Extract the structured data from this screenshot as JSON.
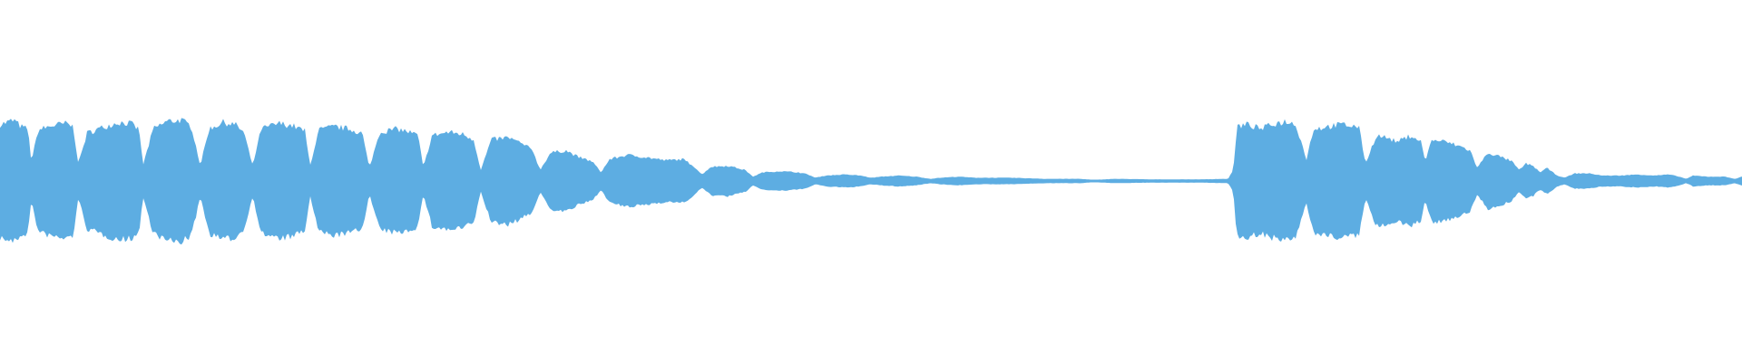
{
  "waveform": {
    "color": "#5dade2",
    "background": "#ffffff",
    "envelope": [
      [
        0.0,
        0.52
      ],
      [
        0.008,
        0.56
      ],
      [
        0.012,
        0.5
      ],
      [
        0.016,
        0.48
      ],
      [
        0.018,
        0.18
      ],
      [
        0.022,
        0.47
      ],
      [
        0.03,
        0.51
      ],
      [
        0.038,
        0.53
      ],
      [
        0.042,
        0.5
      ],
      [
        0.045,
        0.16
      ],
      [
        0.05,
        0.44
      ],
      [
        0.06,
        0.5
      ],
      [
        0.068,
        0.54
      ],
      [
        0.075,
        0.53
      ],
      [
        0.08,
        0.47
      ],
      [
        0.082,
        0.14
      ],
      [
        0.088,
        0.48
      ],
      [
        0.096,
        0.55
      ],
      [
        0.104,
        0.56
      ],
      [
        0.11,
        0.5
      ],
      [
        0.115,
        0.14
      ],
      [
        0.12,
        0.48
      ],
      [
        0.128,
        0.54
      ],
      [
        0.135,
        0.52
      ],
      [
        0.14,
        0.45
      ],
      [
        0.145,
        0.14
      ],
      [
        0.15,
        0.48
      ],
      [
        0.16,
        0.53
      ],
      [
        0.168,
        0.51
      ],
      [
        0.175,
        0.46
      ],
      [
        0.178,
        0.14
      ],
      [
        0.183,
        0.47
      ],
      [
        0.192,
        0.5
      ],
      [
        0.2,
        0.48
      ],
      [
        0.208,
        0.44
      ],
      [
        0.212,
        0.12
      ],
      [
        0.218,
        0.45
      ],
      [
        0.228,
        0.48
      ],
      [
        0.235,
        0.45
      ],
      [
        0.24,
        0.42
      ],
      [
        0.243,
        0.12
      ],
      [
        0.248,
        0.42
      ],
      [
        0.258,
        0.45
      ],
      [
        0.266,
        0.43
      ],
      [
        0.272,
        0.38
      ],
      [
        0.276,
        0.1
      ],
      [
        0.282,
        0.38
      ],
      [
        0.292,
        0.4
      ],
      [
        0.3,
        0.34
      ],
      [
        0.306,
        0.28
      ],
      [
        0.31,
        0.1
      ],
      [
        0.316,
        0.26
      ],
      [
        0.325,
        0.28
      ],
      [
        0.332,
        0.22
      ],
      [
        0.34,
        0.18
      ],
      [
        0.345,
        0.08
      ],
      [
        0.35,
        0.2
      ],
      [
        0.36,
        0.24
      ],
      [
        0.37,
        0.22
      ],
      [
        0.382,
        0.19
      ],
      [
        0.392,
        0.2
      ],
      [
        0.398,
        0.14
      ],
      [
        0.403,
        0.06
      ],
      [
        0.408,
        0.13
      ],
      [
        0.418,
        0.14
      ],
      [
        0.428,
        0.1
      ],
      [
        0.432,
        0.04
      ],
      [
        0.438,
        0.08
      ],
      [
        0.448,
        0.09
      ],
      [
        0.458,
        0.08
      ],
      [
        0.464,
        0.06
      ],
      [
        0.468,
        0.03
      ],
      [
        0.474,
        0.05
      ],
      [
        0.485,
        0.06
      ],
      [
        0.494,
        0.05
      ],
      [
        0.5,
        0.03
      ],
      [
        0.506,
        0.04
      ],
      [
        0.516,
        0.05
      ],
      [
        0.526,
        0.04
      ],
      [
        0.534,
        0.02
      ],
      [
        0.54,
        0.03
      ],
      [
        0.55,
        0.04
      ],
      [
        0.56,
        0.03
      ],
      [
        0.58,
        0.03
      ],
      [
        0.6,
        0.02
      ],
      [
        0.62,
        0.02
      ],
      [
        0.628,
        0.01
      ],
      [
        0.64,
        0.02
      ],
      [
        0.66,
        0.015
      ],
      [
        0.69,
        0.015
      ],
      [
        0.705,
        0.02
      ],
      [
        0.708,
        0.1
      ],
      [
        0.71,
        0.5
      ],
      [
        0.716,
        0.52
      ],
      [
        0.724,
        0.48
      ],
      [
        0.73,
        0.52
      ],
      [
        0.738,
        0.55
      ],
      [
        0.744,
        0.52
      ],
      [
        0.75,
        0.2
      ],
      [
        0.754,
        0.48
      ],
      [
        0.762,
        0.5
      ],
      [
        0.77,
        0.52
      ],
      [
        0.78,
        0.5
      ],
      [
        0.784,
        0.16
      ],
      [
        0.79,
        0.42
      ],
      [
        0.796,
        0.4
      ],
      [
        0.802,
        0.36
      ],
      [
        0.81,
        0.42
      ],
      [
        0.816,
        0.36
      ],
      [
        0.818,
        0.18
      ],
      [
        0.822,
        0.38
      ],
      [
        0.83,
        0.36
      ],
      [
        0.838,
        0.32
      ],
      [
        0.844,
        0.28
      ],
      [
        0.848,
        0.12
      ],
      [
        0.854,
        0.26
      ],
      [
        0.862,
        0.22
      ],
      [
        0.868,
        0.18
      ],
      [
        0.872,
        0.1
      ],
      [
        0.876,
        0.16
      ],
      [
        0.88,
        0.14
      ],
      [
        0.884,
        0.08
      ],
      [
        0.888,
        0.12
      ],
      [
        0.894,
        0.05
      ],
      [
        0.898,
        0.03
      ],
      [
        0.904,
        0.07
      ],
      [
        0.912,
        0.07
      ],
      [
        0.92,
        0.05
      ],
      [
        0.93,
        0.05
      ],
      [
        0.94,
        0.06
      ],
      [
        0.95,
        0.05
      ],
      [
        0.958,
        0.06
      ],
      [
        0.964,
        0.04
      ],
      [
        0.968,
        0.02
      ],
      [
        0.972,
        0.05
      ],
      [
        0.98,
        0.04
      ],
      [
        0.99,
        0.04
      ],
      [
        0.996,
        0.02
      ],
      [
        1.0,
        0.04
      ]
    ]
  }
}
